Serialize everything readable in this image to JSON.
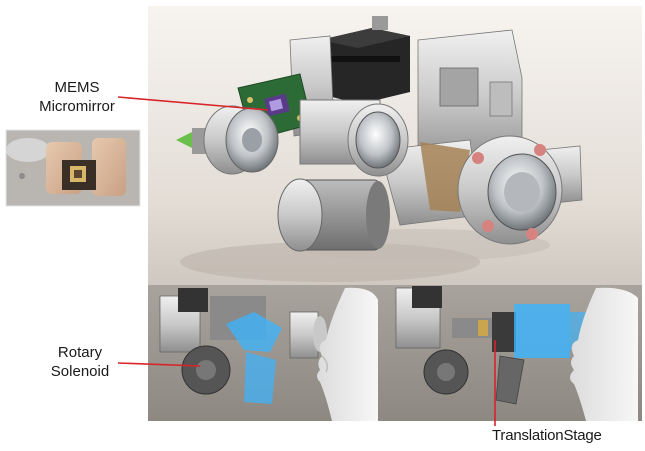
{
  "labels": {
    "mems_line1": "MEMS",
    "mems_line2": "Micromirror",
    "solenoid_line1": "Rotary",
    "solenoid_line2": "Solenoid",
    "translation_stage": "TranslationStage"
  },
  "colors": {
    "pointer_line": "#d8232a",
    "render_background": "#e9e4de",
    "photo_panel_background": "#9c9790",
    "blue_highlight": "#3ab4ff"
  }
}
